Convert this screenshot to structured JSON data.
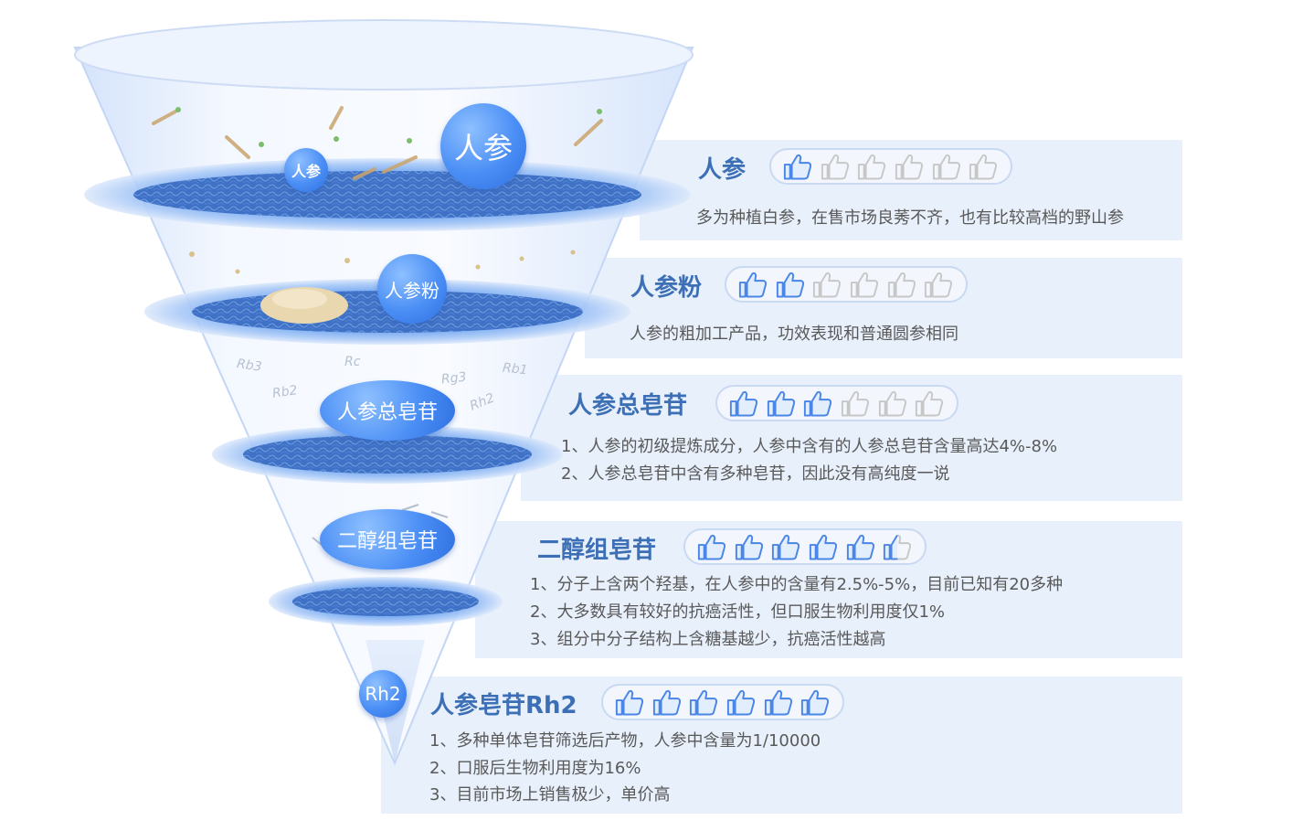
{
  "colors": {
    "title": "#3d6fb6",
    "thumb_active": "#4a86e8",
    "thumb_inactive": "#c7c7c7",
    "panel": "#e8f0fb"
  },
  "funnel": {
    "bubbles": [
      "人参",
      "人参",
      "人参粉",
      "人参总皂苷",
      "二醇组皂苷",
      "Rh2"
    ],
    "saponins": [
      "Rb3",
      "Rc",
      "Rb1",
      "Rb2",
      "Rg3",
      "Rh2"
    ]
  },
  "rows": [
    {
      "title": "人参",
      "rating": 1,
      "max": 6,
      "lines": [
        "多为种植白参，在售市场良莠不齐，也有比较高档的野山参"
      ]
    },
    {
      "title": "人参粉",
      "rating": 2,
      "max": 6,
      "lines": [
        "人参的粗加工产品，功效表现和普通圆参相同"
      ]
    },
    {
      "title": "人参总皂苷",
      "rating": 3,
      "max": 6,
      "lines": [
        "1、人参的初级提炼成分，人参中含有的人参总皂苷含量高达4%-8%",
        "2、人参总皂苷中含有多种皂苷，因此没有高纯度一说"
      ]
    },
    {
      "title": "二醇组皂苷",
      "rating": 5.5,
      "max": 6,
      "lines": [
        "1、分子上含两个羟基，在人参中的含量有2.5%-5%，目前已知有20多种",
        "2、大多数具有较好的抗癌活性，但口服生物利用度仅1%",
        "3、组分中分子结构上含糖基越少，抗癌活性越高"
      ]
    },
    {
      "title": "人参皂苷Rh2",
      "rating": 6,
      "max": 6,
      "lines": [
        "1、多种单体皂苷筛选后产物，人参中含量为1/10000",
        "2、口服后生物利用度为16%",
        "3、目前市场上销售极少，单价高"
      ]
    }
  ]
}
